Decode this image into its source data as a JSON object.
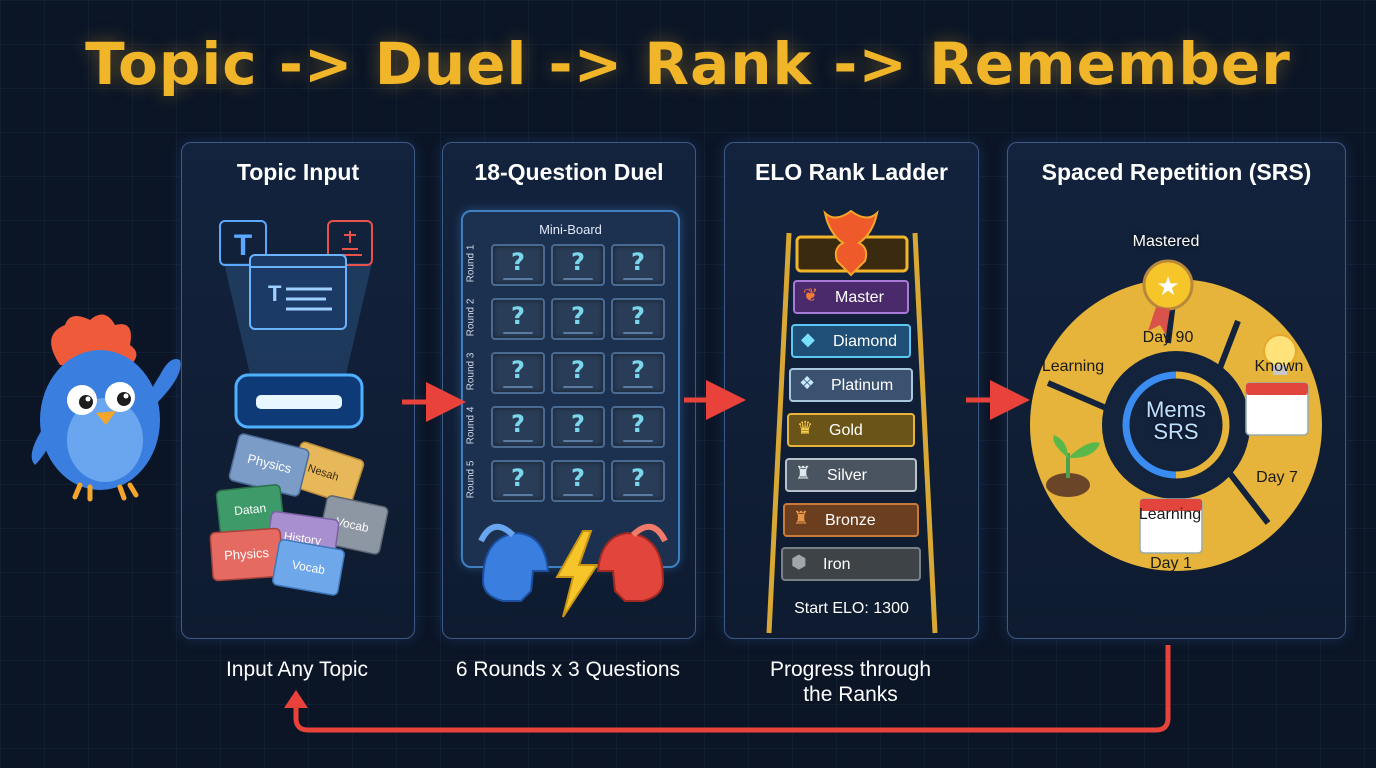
{
  "title": "Topic -> Duel -> Rank -> Remember",
  "panels": {
    "topic": {
      "title": "Topic Input",
      "caption": "Input Any Topic",
      "folders": [
        "Physics",
        "Nesah",
        "Datan",
        "History",
        "Vocab",
        "Physics",
        "Vocab"
      ]
    },
    "duel": {
      "title": "18-Question Duel",
      "caption": "6 Rounds x 3 Questions",
      "board_label": "Mini-Board",
      "rounds": [
        "Round 1",
        "Round 2",
        "Round 3",
        "Round 4",
        "Round 5"
      ],
      "cell_symbol": "?"
    },
    "elo": {
      "title": "ELO Rank Ladder",
      "caption_line1": "Progress through",
      "caption_line2": "the Ranks",
      "ranks": [
        "Master",
        "Diamond",
        "Platinum",
        "Gold",
        "Silver",
        "Bronze",
        "Iron"
      ],
      "start": "Start ELO: 1300"
    },
    "srs": {
      "title": "Spaced Repetition (SRS)",
      "mastered": "Mastered",
      "day90": "Day 90",
      "known": "Known",
      "day7": "Day 7",
      "learning_bottom": "Learning",
      "day1": "Day 1",
      "learning_left": "Learning",
      "center_line1": "Mems",
      "center_line2": "SRS"
    }
  },
  "colors": {
    "title": "#f1b52a",
    "arrow": "#e8423a",
    "panel_border": "#3d5a85",
    "srs_ring": "#e6b43a"
  }
}
